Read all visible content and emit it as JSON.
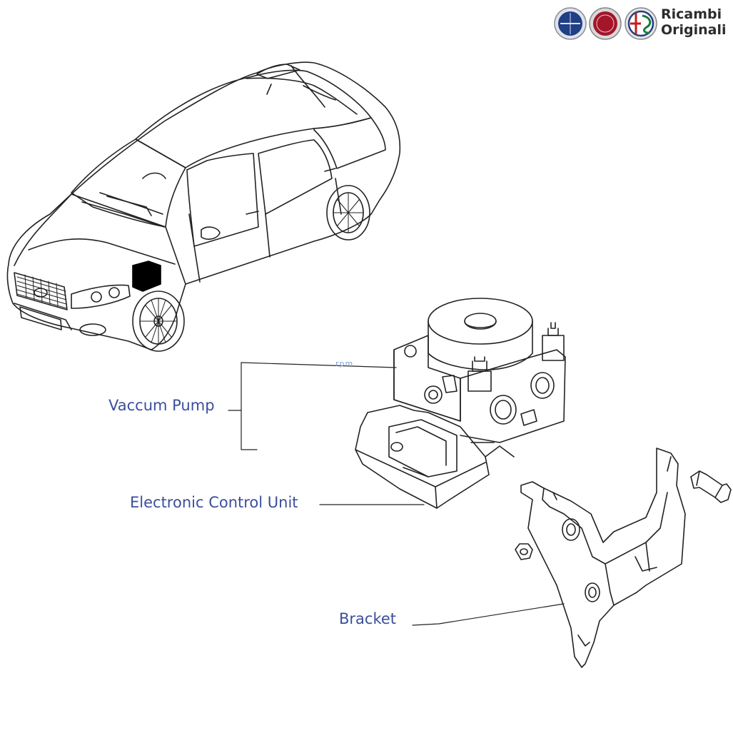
{
  "brand": {
    "line1": "Ricambi",
    "line2": "Originali",
    "logos": [
      "lancia-logo",
      "fiat-logo",
      "alfa-romeo-logo"
    ]
  },
  "watermark": "rpm",
  "callouts": {
    "pump": "Vaccum Pump",
    "ecu": "Electronic Control Unit",
    "bracket": "Bracket"
  },
  "colors": {
    "label_text": "#3a4f9c",
    "line": "#222222",
    "highlight": "#000000",
    "lancia": "#1f3f86",
    "fiat": "#a5152a",
    "alfa_cross": "#c41a1a",
    "alfa_snake": "#1a7a3a",
    "watermark": "#7fa0d0"
  },
  "icons": [
    "bolt-icon",
    "nut-icon"
  ]
}
